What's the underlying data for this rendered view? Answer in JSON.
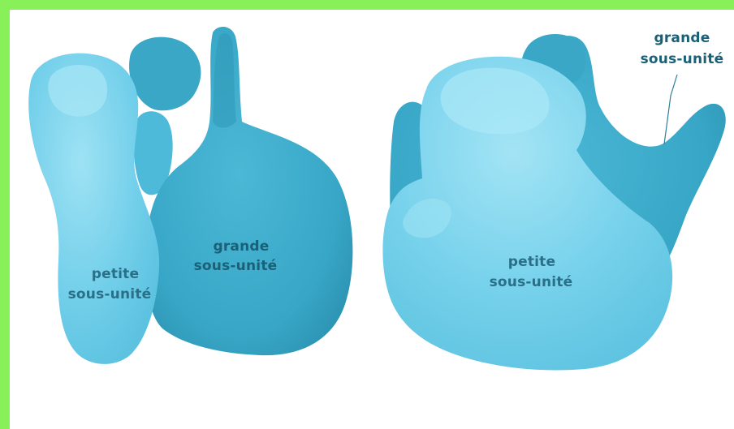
{
  "frame": {
    "border_color": "#88f15a",
    "background": "#ffffff"
  },
  "colors": {
    "large_subunit": "#3aaac9",
    "large_subunit_shade": "#2c93b3",
    "small_subunit": "#6dcdea",
    "small_subunit_highlight": "#95def2",
    "label_text": "#1f6a82"
  },
  "left_view": {
    "large_label_line1": "grande",
    "large_label_line2": "sous-unité",
    "small_label_line1": "petite",
    "small_label_line2": "sous-unité"
  },
  "right_view": {
    "large_label_line1": "grande",
    "large_label_line2": "sous-unité",
    "small_label_line1": "petite",
    "small_label_line2": "sous-unité"
  }
}
